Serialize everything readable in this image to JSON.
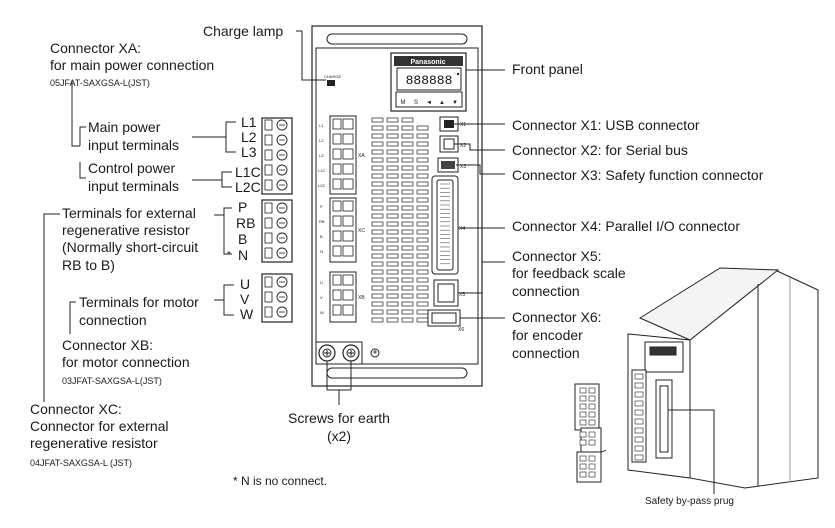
{
  "left_labels": {
    "xa_title": "Connector XA:",
    "xa_sub": "for main power connection",
    "xa_part": "05JFAT-SAXGSA-L(JST)",
    "main_power_1": "Main power",
    "main_power_2": "input terminals",
    "control_power_1": "Control power",
    "control_power_2": "input terminals",
    "ext_res_1": "Terminals for external",
    "ext_res_2": "regenerative resistor",
    "ext_res_3": "(Normally short-circuit",
    "ext_res_4": "RB to B)",
    "motor_1": "Terminals for motor",
    "motor_2": "connection",
    "xb_title": "Connector XB:",
    "xb_sub": "for motor connection",
    "xb_part": "03JFAT-SAXGSA-L(JST)",
    "xc_title": "Connector XC:",
    "xc_sub1": "Connector for external",
    "xc_sub2": "regenerative resistor",
    "xc_part": "04JFAT-SAXGSA-L (JST)"
  },
  "terminals": {
    "l1": "L1",
    "l2": "L2",
    "l3": "L3",
    "l1c": "L1C",
    "l2c": "L2C",
    "p": "P",
    "rb": "RB",
    "b": "B",
    "n": "N",
    "n_star": "*",
    "u": "U",
    "v": "V",
    "w": "W"
  },
  "top_labels": {
    "charge_lamp": "Charge lamp"
  },
  "bottom_labels": {
    "screws_1": "Screws for earth",
    "screws_2": "(x2)",
    "footnote": "* N is no connect."
  },
  "right_labels": {
    "front_panel": "Front panel",
    "x1": "Connector X1: USB connector",
    "x2": "Connector X2: for Serial bus",
    "x3": "Connector X3: Safety function connector",
    "x4": "Connector X4: Parallel I/O connector",
    "x5_1": "Connector X5:",
    "x5_2": "for feedback scale",
    "x5_3": "connection",
    "x6_1": "Connector X6:",
    "x6_2": "for encoder",
    "x6_3": "connection",
    "bypass": "Safety by-pass prug"
  },
  "device": {
    "brand": "Panasonic",
    "display": "888888",
    "buttons": [
      "M",
      "S",
      "◄",
      "▲",
      "▼"
    ],
    "charge": "CHARGE",
    "xa": "XA",
    "xc": "XC",
    "xb": "XB",
    "x1": "X1",
    "x2": "X2",
    "x3": "X3",
    "x4": "X4",
    "x5": "X5",
    "x6": "X6",
    "pin_l1": "L1",
    "pin_l2": "L2",
    "pin_l3": "L3",
    "pin_l1c": "L1C",
    "pin_l2c": "L2C",
    "pin_p": "P",
    "pin_rb": "RB",
    "pin_b": "B",
    "pin_n": "N",
    "pin_u": "U",
    "pin_v": "V",
    "pin_w": "W"
  }
}
